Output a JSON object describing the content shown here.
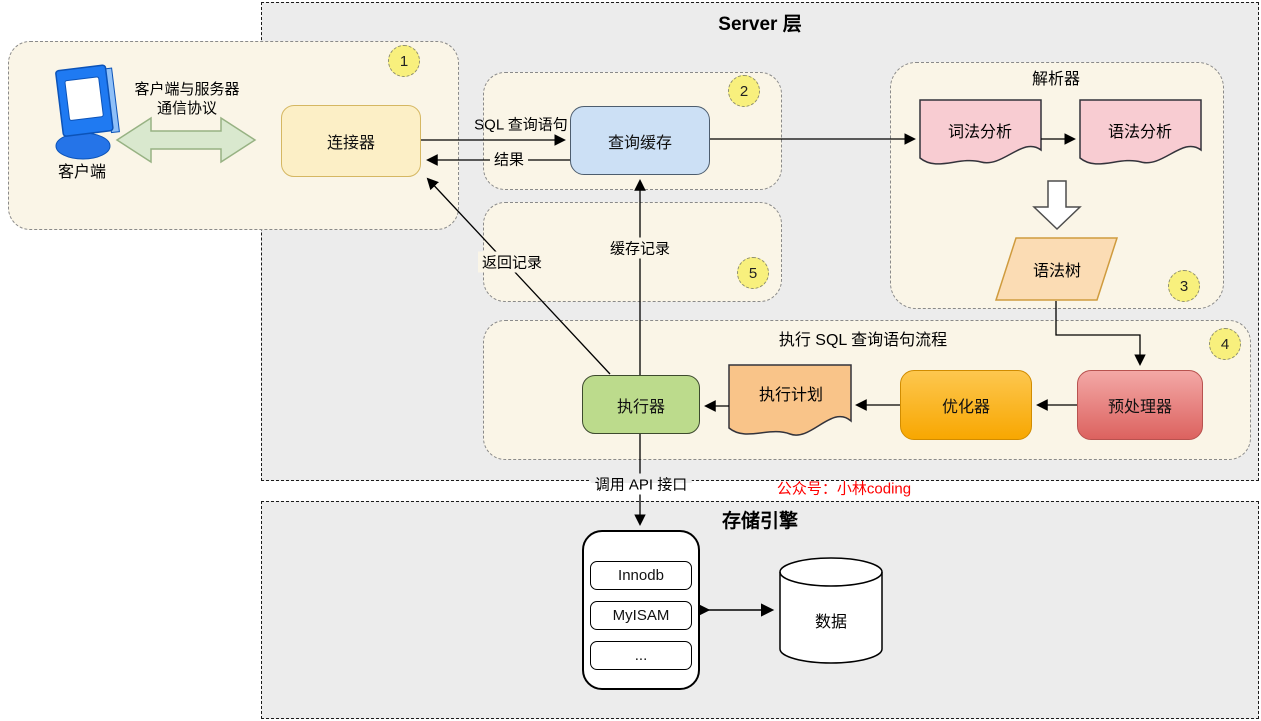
{
  "server_layer": {
    "title": "Server 层"
  },
  "storage_layer": {
    "title": "存储引擎"
  },
  "client_area": {
    "client_label": "客户端",
    "protocol_line1": "客户端与服务器",
    "protocol_line2": "通信协议"
  },
  "parser_section": {
    "title": "解析器"
  },
  "exec_section": {
    "title": "执行 SQL 查询语句流程"
  },
  "nodes": {
    "connector": "连接器",
    "query_cache": "查询缓存",
    "lexical_analysis": "词法分析",
    "syntax_analysis": "语法分析",
    "syntax_tree": "语法树",
    "preprocessor": "预处理器",
    "optimizer": "优化器",
    "execution_plan": "执行计划",
    "executor": "执行器",
    "innodb": "Innodb",
    "myisam": "MyISAM",
    "other_engines": "...",
    "data": "数据"
  },
  "edge_labels": {
    "sql_query": "SQL 查询语句",
    "result": "结果",
    "return_records": "返回记录",
    "cache_records": "缓存记录",
    "call_api": "调用 API 接口"
  },
  "badges": [
    {
      "label": "1"
    },
    {
      "label": "2"
    },
    {
      "label": "3"
    },
    {
      "label": "4"
    },
    {
      "label": "5"
    }
  ],
  "watermark": {
    "text": "公众号：小林coding",
    "color": "#ff0000"
  },
  "colors": {
    "server_bg": "#ececec",
    "section_bg": "#faf5e7",
    "connector_fill": "#fcefc6",
    "query_cache_fill": "#cce0f5",
    "document_pink": "#f8ccd2",
    "syntax_tree_fill": "#fbdcb4",
    "executor_fill": "#bcdb8c",
    "execution_plan_fill": "#f9c489",
    "optimizer_fill": "#f8a701",
    "preprocessor_fill": "#dc625f",
    "badge_fill": "#f8f07d",
    "green_arrow_fill": "#d9e8ce",
    "client_icon_blue": "#1f7af2"
  }
}
